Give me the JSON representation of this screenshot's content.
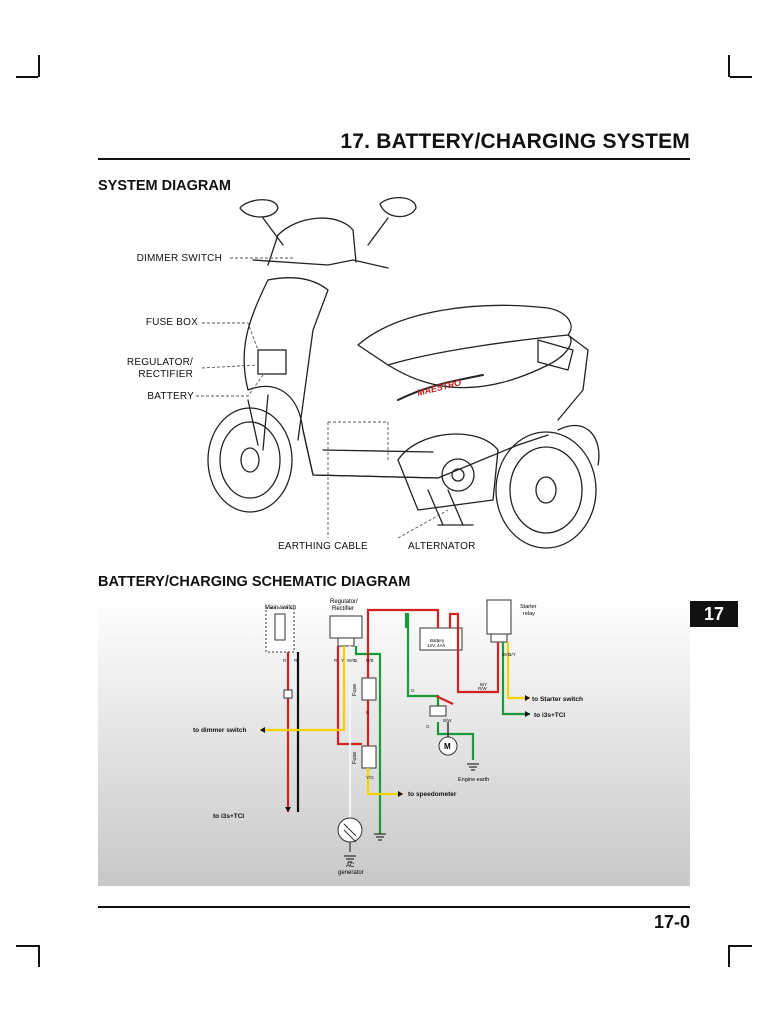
{
  "header": {
    "title": "17. BATTERY/CHARGING SYSTEM"
  },
  "system_diagram": {
    "title": "SYSTEM DIAGRAM",
    "labels": {
      "dimmer_switch": "DIMMER SWITCH",
      "fuse_box": "FUSE BOX",
      "regulator_line1": "REGULATOR/",
      "regulator_line2": "RECTIFIER",
      "battery": "BATTERY",
      "earthing_cable": "EARTHING CABLE",
      "alternator": "ALTERNATOR"
    }
  },
  "schematic": {
    "title": "BATTERY/CHARGING SCHEMATIC DIAGRAM",
    "labels": {
      "main_switch": "Main switch",
      "regulator_line1": "Regulator/",
      "regulator_line2": "Rectifier",
      "battery_line1": "Battery",
      "battery_line2": "12V, 4Ah",
      "starter_relay_line1": "Starter",
      "starter_relay_line2": "relay",
      "fuse_upper": "Fuse",
      "fuse_lower": "Fuse",
      "to_starter_switch": "to Starter switch",
      "to_i3s_tci_right": "to i3s+TCI",
      "to_dimmer_switch": "to dimmer switch",
      "to_speedometer": "to speedometer",
      "to_i3s_tci_left": "to i3s+TCI",
      "engine_earth": "Engine earth",
      "ac_generator_line1": "AC",
      "ac_generator_line2": "generator"
    },
    "wire_codes": [
      "R",
      "R",
      "R",
      "Y",
      "W/G",
      "G",
      "R/B",
      "R/W",
      "B/Y",
      "G",
      "G",
      "B/W",
      "R",
      "Y/G",
      "W/G",
      "G/Y"
    ],
    "colors": {
      "red": "#d42020",
      "green": "#1a9a3a",
      "yellow": "#f2d200",
      "black": "#111111"
    }
  },
  "tab": {
    "number": "17"
  },
  "footer": {
    "page_number": "17-0"
  }
}
